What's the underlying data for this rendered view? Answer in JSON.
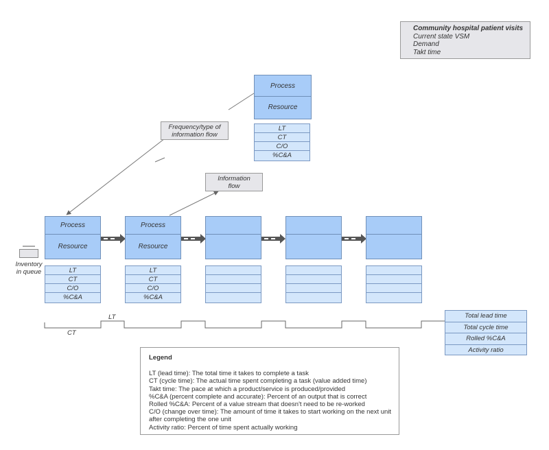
{
  "title_box": {
    "title": "Community hospital patient visits",
    "lines": [
      "Current state VSM",
      "Demand",
      "Takt time"
    ]
  },
  "process_labels": {
    "process": "Process",
    "resource": "Resource"
  },
  "metric_labels": [
    "LT",
    "CT",
    "C/O",
    "%C&A"
  ],
  "notes": {
    "info_flow_type": [
      "Frequency/type of",
      "information flow"
    ],
    "info_flow": [
      "Information",
      "flow"
    ]
  },
  "inventory": {
    "label_line1": "Inventory",
    "label_line2": "in queue"
  },
  "timeline": {
    "lt_label": "LT",
    "ct_label": "CT"
  },
  "totals": [
    "Total lead time",
    "Total cycle time",
    "Rolled %C&A",
    "Activity ratio"
  ],
  "legend": {
    "title": "Legend",
    "lines": [
      "LT (lead time): The total time it takes to complete a task",
      "CT (cycle time): The actual time spent completing a task (value added time)",
      "Takt time: The pace at which a product/service is produced/provided",
      "%C&A (percent complete and accurate): Percent of an output that is correct",
      "Rolled %C&A: Percent of a value stream that doesn't need to be re-worked",
      "C/O (change over time): The amount of time it takes to start working on the next unit",
      "after completing the one unit",
      "Activity ratio: Percent of time spent actually working"
    ]
  },
  "colors": {
    "process_fill": "#a8ccf8",
    "metric_fill": "#d3e6fb",
    "note_fill": "#e6e6ea",
    "arrow": "#555555"
  }
}
